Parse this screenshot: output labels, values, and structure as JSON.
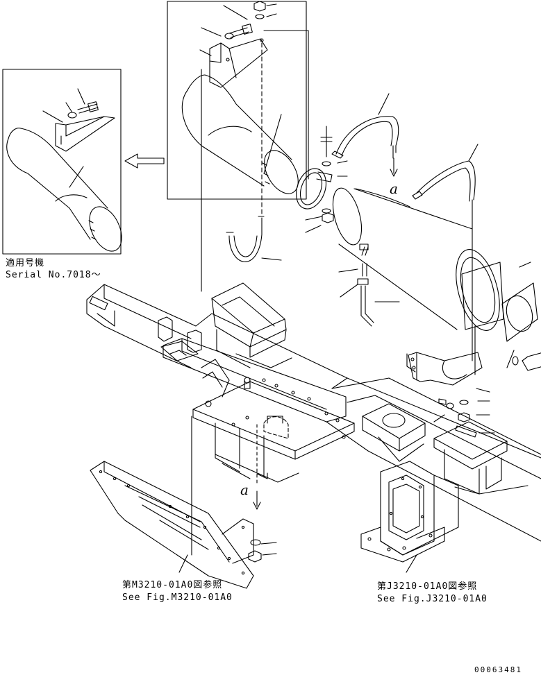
{
  "inset": {
    "title": "適用号機",
    "serial": "Serial No.7018～"
  },
  "references": [
    {
      "line1": "第M3210-01A0図参照",
      "line2": "See Fig.M3210-01A0"
    },
    {
      "line1": "第J3210-01A0図参照",
      "line2": "See Fig.J3210-01A0"
    }
  ],
  "view_marks": [
    "a",
    "a"
  ],
  "drawing_number": "00063481",
  "colors": {
    "ink": "#000000",
    "paper": "#ffffff"
  }
}
